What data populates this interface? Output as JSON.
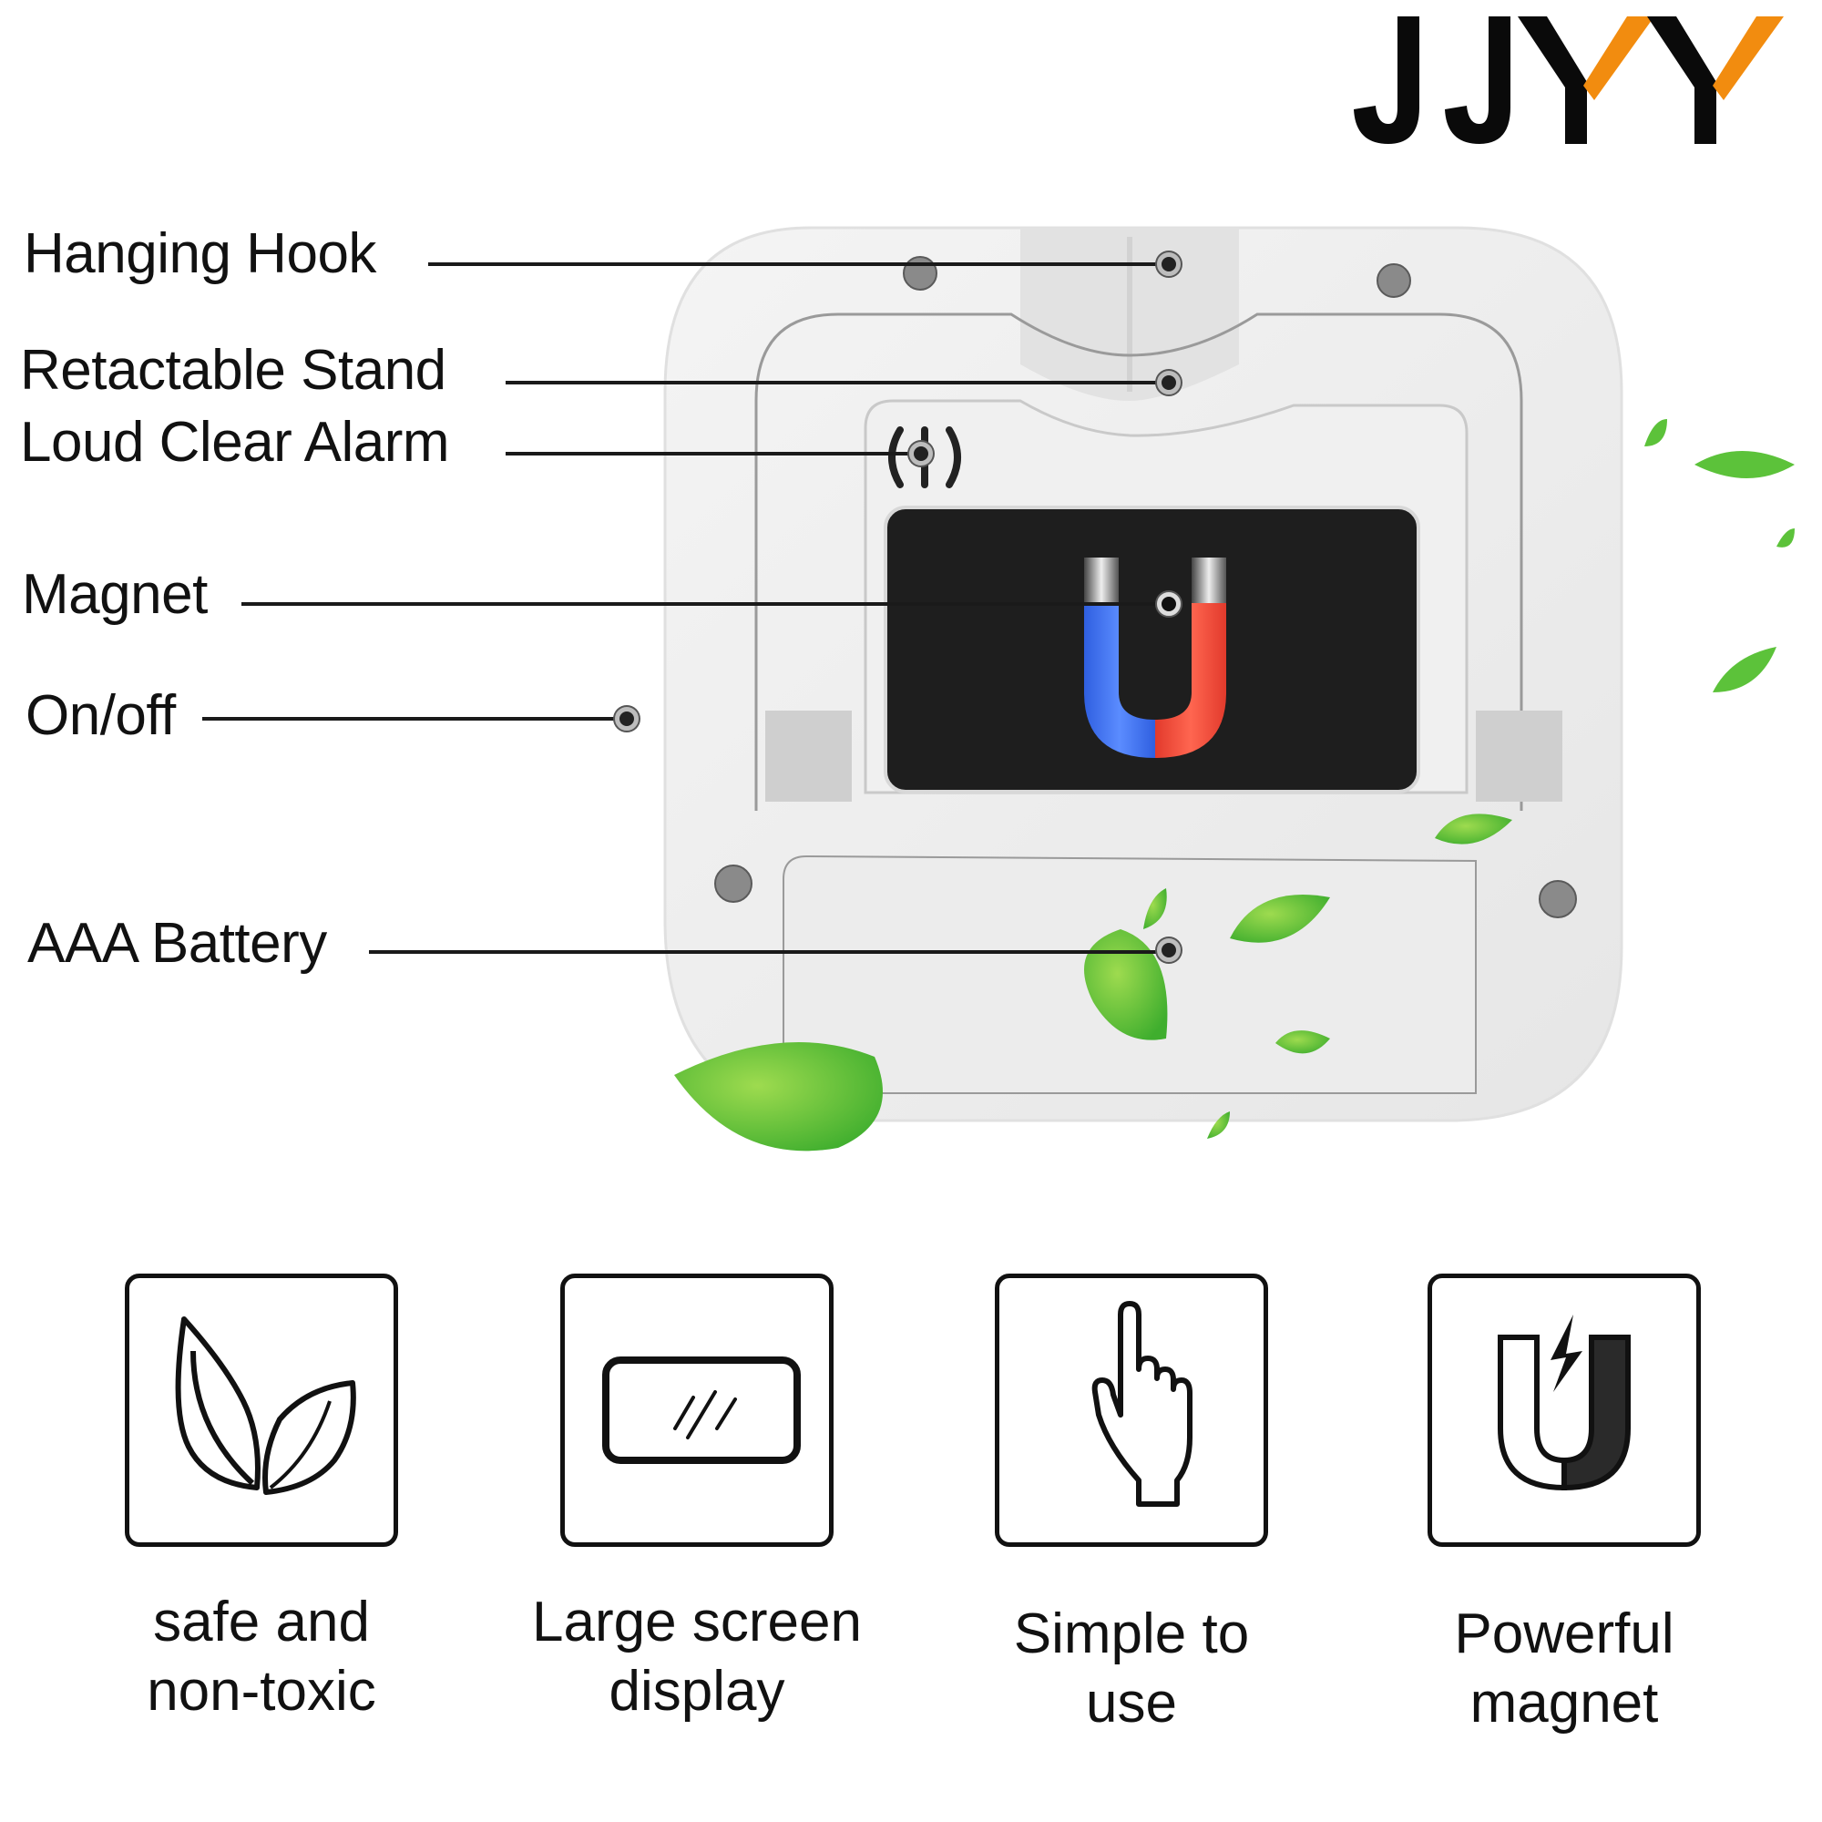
{
  "brand": {
    "logo_text": "JJYY",
    "colors": {
      "primary": "#0a0a0a",
      "accent": "#f28c0f"
    }
  },
  "product_diagram": {
    "callouts": [
      {
        "label": "Hanging Hook"
      },
      {
        "label": "Retactable Stand"
      },
      {
        "label": "Loud Clear Alarm"
      },
      {
        "label": "Magnet"
      },
      {
        "label": "On/off"
      },
      {
        "label": "AAA Battery"
      }
    ],
    "colors": {
      "body": "#ececec",
      "magnet_panel": "#1e1e1e",
      "magnet_north": "#3a6cf0",
      "magnet_south": "#f0493a",
      "leaf": "#5cc23a"
    }
  },
  "features": [
    {
      "icon": "leaves-icon",
      "caption_lines": [
        "safe and",
        "non-toxic"
      ]
    },
    {
      "icon": "screen-icon",
      "caption_lines": [
        "Large screen",
        "display"
      ]
    },
    {
      "icon": "pointing-hand-icon",
      "caption_lines": [
        "Simple to",
        "use"
      ]
    },
    {
      "icon": "magnet-icon",
      "caption_lines": [
        "Powerful",
        "magnet"
      ]
    }
  ]
}
